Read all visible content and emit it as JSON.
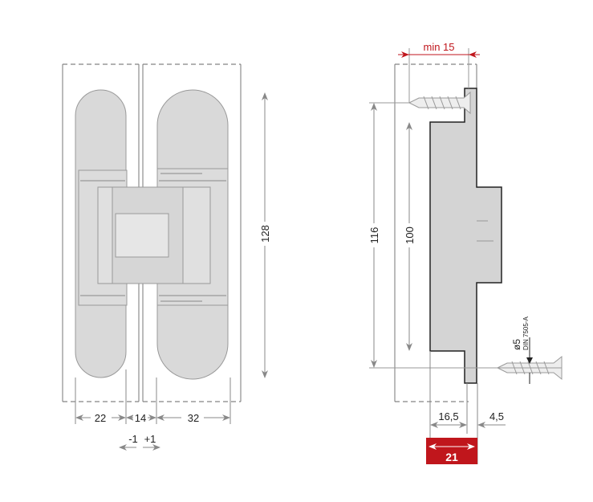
{
  "front_view": {
    "height_dim": "128",
    "width_dims": [
      "22",
      "14",
      "32"
    ],
    "adjust_minus": "-1",
    "adjust_plus": "+1"
  },
  "side_view": {
    "min_depth": "min 15",
    "dim_116": "116",
    "dim_100": "100",
    "screw_diameter": "ø5",
    "screw_standard": "DIN 7505-A",
    "dim_16_5": "16,5",
    "dim_4_5": "4,5",
    "total_depth": "21"
  },
  "colors": {
    "accent": "#c0161c",
    "part": "#d9d9d9"
  }
}
